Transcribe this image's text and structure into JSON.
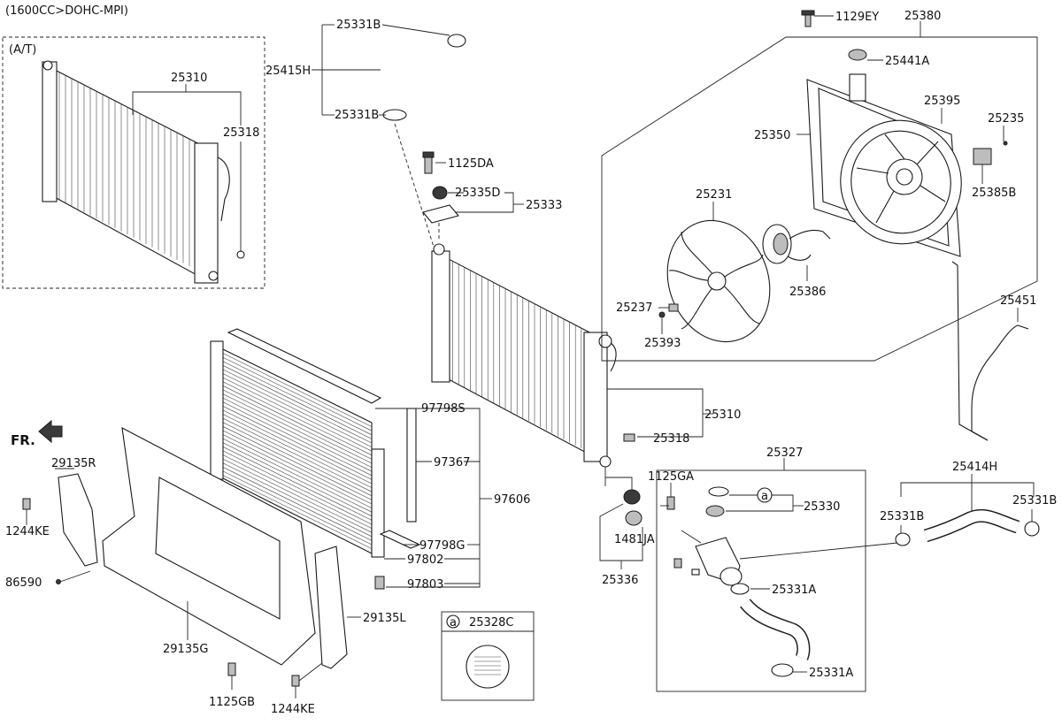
{
  "header": {
    "engine_label": "(1600CC>DOHC-MPI)",
    "inset_label": "(A/T)"
  },
  "direction": {
    "label": "FR."
  },
  "callouts": {
    "p25310_inset": "25310",
    "p25318_inset": "25318",
    "p25331B_top": "25331B",
    "p25415H": "25415H",
    "p25331B_mid": "25331B",
    "p1125DA": "1125DA",
    "p25335D": "25335D",
    "p25333": "25333",
    "p1129EY": "1129EY",
    "p25380": "25380",
    "p25441A": "25441A",
    "p25395": "25395",
    "p25235": "25235",
    "p25350": "25350",
    "p25385B": "25385B",
    "p25231": "25231",
    "p25386": "25386",
    "p25237": "25237",
    "p25393": "25393",
    "p25451": "25451",
    "p97798S": "97798S",
    "p97367": "97367",
    "p97606": "97606",
    "p97798G": "97798G",
    "p97802": "97802",
    "p97803": "97803",
    "p25310_main": "25310",
    "p25318_main": "25318",
    "p25327": "25327",
    "p1125GA": "1125GA",
    "p25330": "25330",
    "p1481JA": "1481JA",
    "p25336": "25336",
    "p25331A_upper": "25331A",
    "p25331A_lower": "25331A",
    "p25414H": "25414H",
    "p25331B_right_left": "25331B",
    "p25331B_right_right": "25331B",
    "p29135R": "29135R",
    "p1244KE_left": "1244KE",
    "p86590": "86590",
    "p29135G": "29135G",
    "p1125GB": "1125GB",
    "p1244KE_bottom": "1244KE",
    "p29135L": "29135L",
    "p25328C": "25328C"
  },
  "reference_markers": {
    "a_on_diagram": "a",
    "a_in_box": "a"
  }
}
